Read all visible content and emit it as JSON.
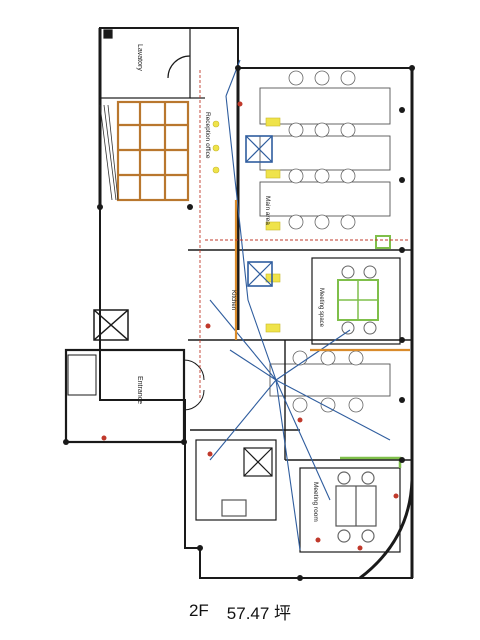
{
  "caption": {
    "floor": "2F",
    "area": "57.47 坪"
  },
  "rooms": {
    "lavatory": "Lavatory",
    "entrance": "Entrance",
    "reception": "Reception office",
    "main_area": "Main area",
    "meeting": "Meeting room",
    "meeting_space": "Meeting space",
    "kitchen": "Kitchen"
  },
  "colors": {
    "wall": "#1a1a1a",
    "wiring_blue": "#2f5d9e",
    "wiring_orange": "#d98b2b",
    "wiring_red": "#c0392b",
    "wood": "#b9772e",
    "furniture_green": "#7fbf4a",
    "light_yellow": "#efe34a"
  }
}
